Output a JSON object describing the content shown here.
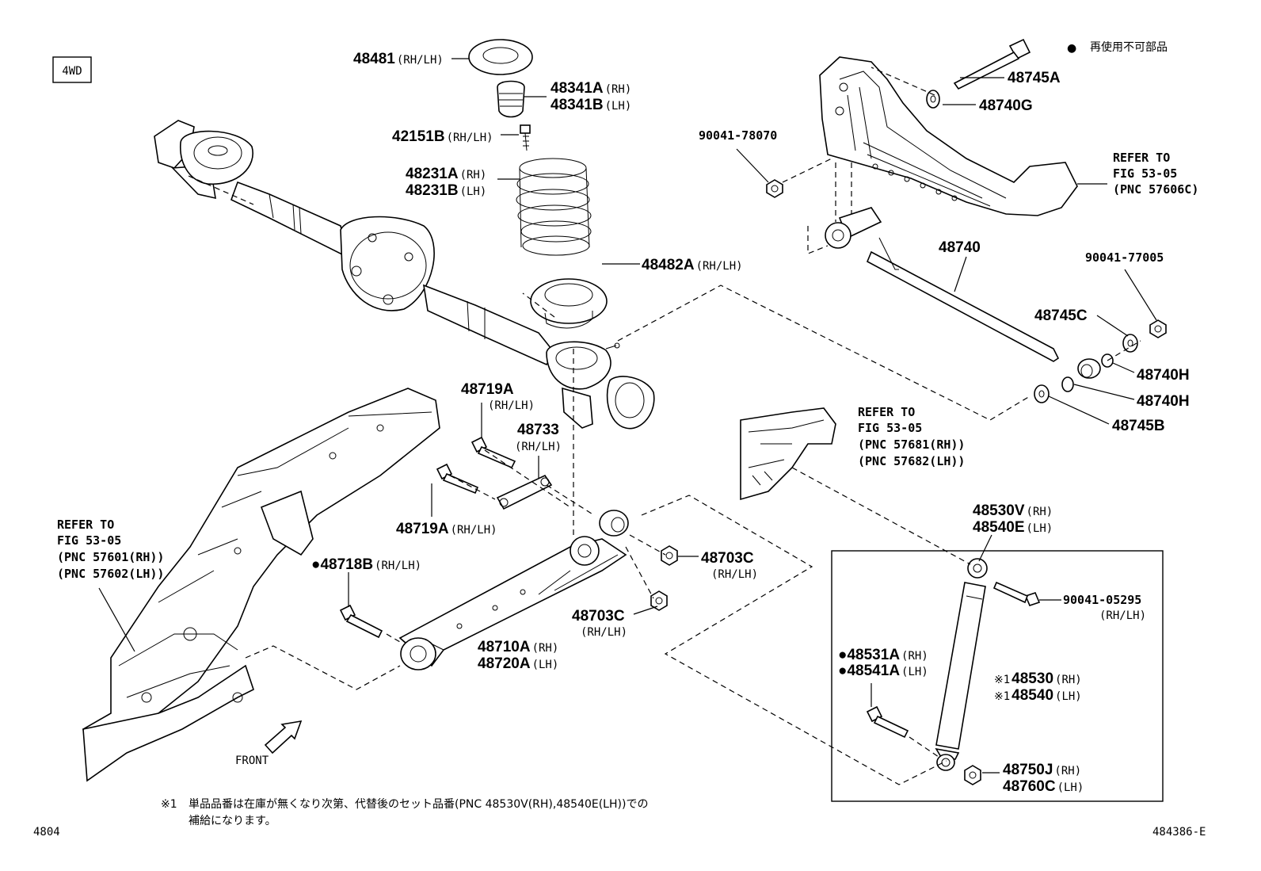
{
  "badge": "4WD",
  "legend": {
    "dot": "●",
    "text": "再使用不可部品"
  },
  "parts": {
    "p48481": {
      "num": "48481",
      "sfx": "(RH/LH)"
    },
    "p48341a": {
      "num": "48341A",
      "sfx": "(RH)"
    },
    "p48341b": {
      "num": "48341B",
      "sfx": "(LH)"
    },
    "p42151b": {
      "num": "42151B",
      "sfx": "(RH/LH)"
    },
    "p48231a": {
      "num": "48231A",
      "sfx": "(RH)"
    },
    "p48231b": {
      "num": "48231B",
      "sfx": "(LH)"
    },
    "p48482a": {
      "num": "48482A",
      "sfx": "(RH/LH)"
    },
    "p48719a_top": {
      "num": "48719A",
      "sfx": "(RH/LH)"
    },
    "p48733": {
      "num": "48733",
      "sfx": "(RH/LH)"
    },
    "p48719a_bot": {
      "num": "48719A",
      "sfx": "(RH/LH)"
    },
    "p48718b": {
      "dot": "●",
      "num": "48718B",
      "sfx": "(RH/LH)"
    },
    "p48703c_top": {
      "num": "48703C",
      "sfx": "(RH/LH)"
    },
    "p48703c_bot": {
      "num": "48703C",
      "sfx": "(RH/LH)"
    },
    "p48710a": {
      "num": "48710A",
      "sfx": "(RH)"
    },
    "p48720a": {
      "num": "48720A",
      "sfx": "(LH)"
    },
    "p48745a": {
      "num": "48745A"
    },
    "p48740g": {
      "num": "48740G"
    },
    "p9004178070": {
      "num": "90041-78070"
    },
    "p48740": {
      "num": "48740"
    },
    "p9004177005": {
      "num": "90041-77005"
    },
    "p48745c": {
      "num": "48745C"
    },
    "p48740h_1": {
      "num": "48740H"
    },
    "p48740h_2": {
      "num": "48740H"
    },
    "p48745b": {
      "num": "48745B"
    },
    "p48530v": {
      "num": "48530V",
      "sfx": "(RH)"
    },
    "p48540e": {
      "num": "48540E",
      "sfx": "(LH)"
    },
    "p9004105295": {
      "num": "90041-05295",
      "sfx": "(RH/LH)"
    },
    "p48531a": {
      "dot": "●",
      "num": "48531A",
      "sfx": "(RH)"
    },
    "p48541a": {
      "dot": "●",
      "num": "48541A",
      "sfx": "(LH)"
    },
    "p48530": {
      "mark": "※1",
      "num": "48530",
      "sfx": "(RH)"
    },
    "p48540": {
      "mark": "※1",
      "num": "48540",
      "sfx": "(LH)"
    },
    "p48750j": {
      "num": "48750J",
      "sfx": "(RH)"
    },
    "p48760c": {
      "num": "48760C",
      "sfx": "(LH)"
    }
  },
  "refs": {
    "ref_top": [
      "REFER TO",
      "FIG 53-05",
      "(PNC 57606C)"
    ],
    "ref_mid": [
      "REFER TO",
      "FIG 53-05",
      "(PNC 57681(RH))",
      "(PNC 57682(LH))"
    ],
    "ref_left": [
      "REFER TO",
      "FIG 53-05",
      "(PNC 57601(RH))",
      "(PNC 57602(LH))"
    ]
  },
  "front_label": "FRONT",
  "footnote": {
    "mark": "※1",
    "line1": "単品品番は在庫が無くなり次第、代替後のセット品番(PNC 48530V(RH),48540E(LH))での",
    "line2": "補給になります。"
  },
  "page_code": "4804",
  "figure_code": "484386-E"
}
